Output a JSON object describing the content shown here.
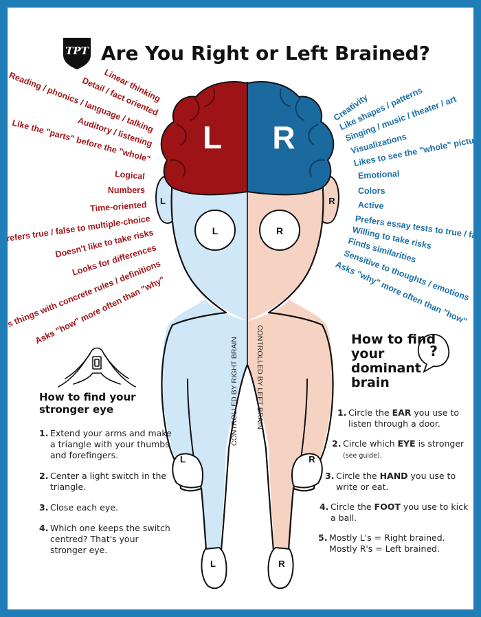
{
  "title": "Are You Right or Left Brained?",
  "logo_text": "TPT",
  "brain": {
    "left_letter": "L",
    "right_letter": "R",
    "left_color": "#9e1316",
    "right_color": "#1a6aa0"
  },
  "body_labels": {
    "left_ear": "L",
    "right_ear": "R",
    "left_eye": "L",
    "right_eye": "R",
    "left_hand": "L",
    "right_hand": "R",
    "left_foot": "L",
    "right_foot": "R",
    "left_side_text": "CONTROLLED BY RIGHT BRAIN",
    "right_side_text": "CONTROLLED BY LEFT BRAIN"
  },
  "left_traits": [
    "Linear thinking",
    "Detail / fact oriented",
    "Reading / phonics / language / talking",
    "Auditory / listening",
    "Like the \"parts\" before the \"whole\"",
    "Logical",
    "Numbers",
    "Time-oriented",
    "Prefers true / false to multiple-choice",
    "Doesn't like to take risks",
    "Looks for differences",
    "Prefers things with concrete rules / definitions",
    "Asks \"how\" more often than \"why\""
  ],
  "right_traits": [
    "Creativity",
    "Like shapes / patterns",
    "Singing / music / theater / art",
    "Visualizations",
    "Likes to see the \"whole\" picture",
    "Emotional",
    "Colors",
    "Active",
    "Prefers essay tests to true / false",
    "Willing to take risks",
    "Finds similarities",
    "Sensitive to thoughts / emotions",
    "Asks \"why\" more often than \"how\""
  ],
  "eye_section": {
    "title": "How to find your stronger eye",
    "steps": [
      {
        "num": "1.",
        "text": "Extend your arms and make a triangle with your thumbs and forefingers."
      },
      {
        "num": "2.",
        "text": "Center a light switch in the triangle."
      },
      {
        "num": "3.",
        "text": "Close each eye."
      },
      {
        "num": "4.",
        "text": "Which one keeps the switch centred? That's your stronger eye."
      }
    ]
  },
  "brain_section": {
    "title": "How to find your dominant brain",
    "question_mark": "?",
    "steps": [
      {
        "num": "1.",
        "pre": "Circle the ",
        "bold": "EAR",
        "post": " you use to listen through a door.",
        "small": ""
      },
      {
        "num": "2.",
        "pre": "Circle which ",
        "bold": "EYE",
        "post": " is stronger ",
        "small": "(see guide)."
      },
      {
        "num": "3.",
        "pre": "Circle the ",
        "bold": "HAND",
        "post": " you use to write or eat.",
        "small": ""
      },
      {
        "num": "4.",
        "pre": "Circle the ",
        "bold": "FOOT",
        "post": " you use to kick a ball.",
        "small": ""
      },
      {
        "num": "5.",
        "pre": "Mostly L's = Right brained. Mostly R's = Left brained.",
        "bold": "",
        "post": "",
        "small": ""
      }
    ]
  },
  "colors": {
    "frame": "#1f7db8",
    "left_body": "#cfe7f7",
    "right_body": "#f6d2c2",
    "left_text": "#a3171b",
    "right_text": "#1b6fa8"
  }
}
